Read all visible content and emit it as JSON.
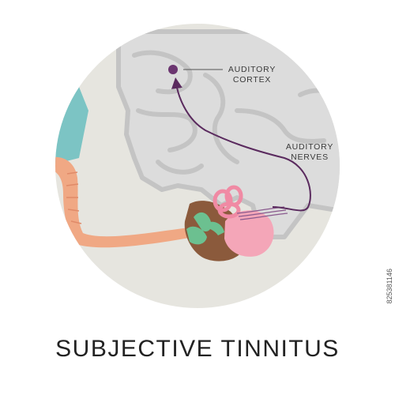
{
  "title": "SUBJECTIVE TINNITUS",
  "labels": {
    "cortex_line1": "AUDITORY",
    "cortex_line2": "CORTEX",
    "nerves_line1": "AUDITORY",
    "nerves_line2": "NERVES"
  },
  "stock_id": "825381146",
  "colors": {
    "circle_bg": "#e5e5e0",
    "brain": "#dcdcdc",
    "brain_edge": "#c2c2c2",
    "skin": "#f0a884",
    "skin_face": "#7dc3c3",
    "cochlea": "#f4a6b8",
    "middle_ear": "#8b5a3c",
    "ossicles": "#6cc090",
    "pathway": "#5a2a5e"
  }
}
